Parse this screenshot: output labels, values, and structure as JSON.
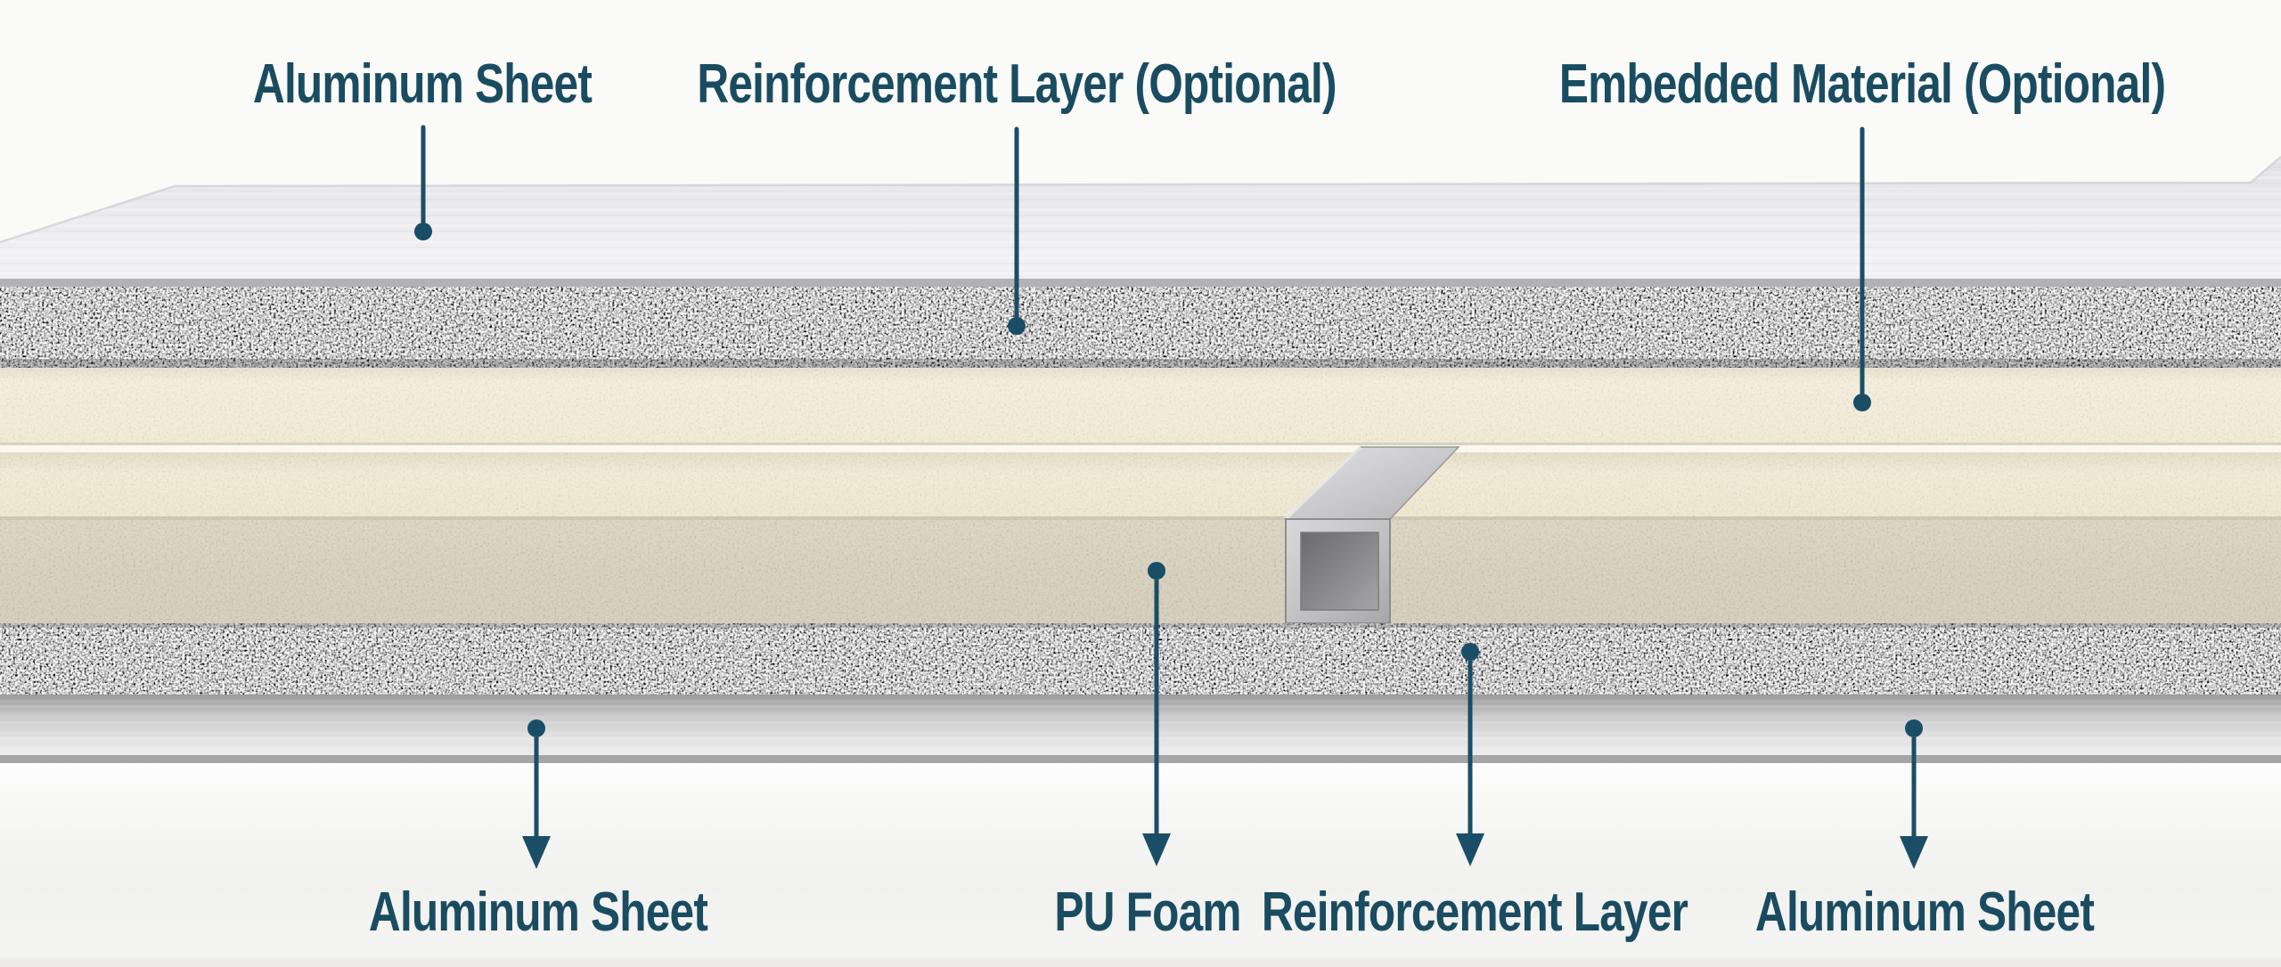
{
  "diagram_labels": {
    "top_aluminum": "Aluminum Sheet",
    "top_reinforcement": "Reinforcement Layer (Optional)",
    "top_embedded": "Embedded Material (Optional)",
    "bottom_aluminum_left": "Aluminum Sheet",
    "bottom_pu_foam": "PU Foam",
    "bottom_reinforcement": "Reinforcement Layer",
    "bottom_aluminum_right": "Aluminum Sheet"
  },
  "layer_stack": [
    "Aluminum Sheet",
    "Reinforcement Layer (Optional)",
    "PU Foam",
    "Embedded Material (Optional)",
    "Reinforcement Layer",
    "Aluminum Sheet"
  ],
  "colors": {
    "label_text": "#1a4c61",
    "leader": "#1a4e66",
    "aluminum_face": "#e9e8ea",
    "foam_cream": "#f2ecd8",
    "foam_tan": "#d9d2bf",
    "speckle_gray": "#9a9a9a",
    "background": "#fafaf9"
  }
}
